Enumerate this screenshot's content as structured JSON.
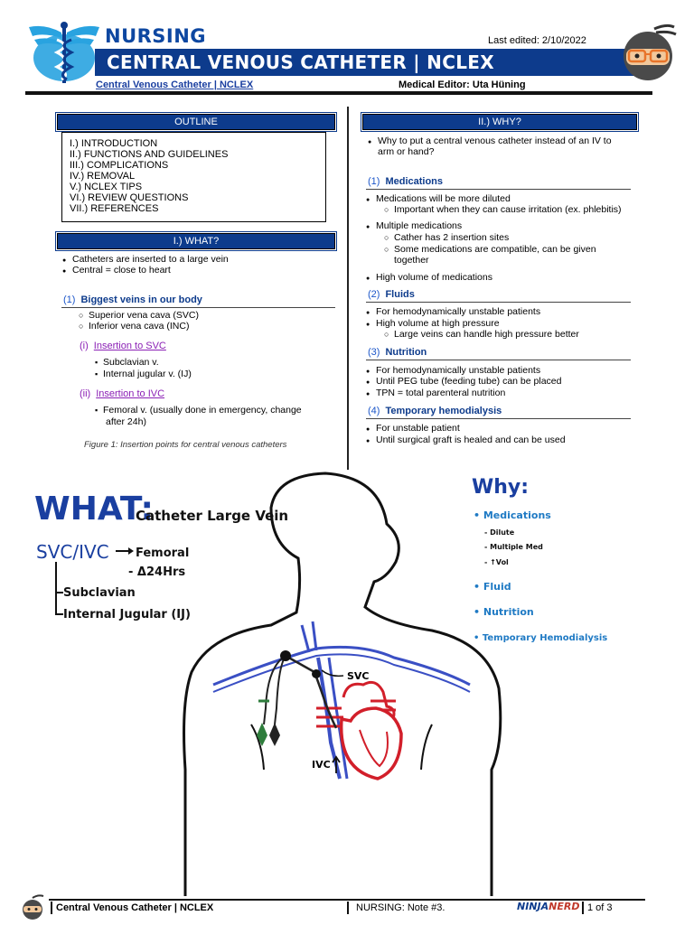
{
  "header": {
    "nursing": "NURSING",
    "title": "CENTRAL VENOUS CATHETER | NCLEX",
    "last_edited": "Last edited: 2/10/2022",
    "sub_link": "Central Venous Catheter | NCLEX",
    "medical_editor": "Medical Editor: Uta Hüning"
  },
  "outline": {
    "heading": "OUTLINE",
    "items": [
      "I.) INTRODUCTION",
      "II.) FUNCTIONS AND GUIDELINES",
      "III.) COMPLICATIONS",
      "IV.) REMOVAL",
      "V.) NCLEX TIPS",
      "VI.) REVIEW QUESTIONS",
      "VII.) REFERENCES"
    ]
  },
  "what": {
    "heading": "I.) WHAT?",
    "bullets": [
      "Catheters are inserted to a large vein",
      "Central = close to heart"
    ],
    "sub1_num": "(1)",
    "sub1_title": "Biggest veins in our body",
    "sub1_items": [
      "Superior vena cava (SVC)",
      "Inferior vena cava (INC)"
    ],
    "svc_num": "(i)",
    "svc_title": "Insertion to SVC",
    "svc_items": [
      "Subclavian v.",
      "Internal jugular v. (IJ)"
    ],
    "ivc_num": "(ii)",
    "ivc_title": "Insertion to IVC",
    "ivc_item_line1": "Femoral v. (usually done in emergency, change",
    "ivc_item_line2": "after 24h)",
    "figure_caption": "Figure 1: Insertion points for central venous catheters"
  },
  "why": {
    "heading": "II.) WHY?",
    "intro_line1": "Why to put a central venous catheter instead of an IV to",
    "intro_line2": "arm or hand?",
    "s1_num": "(1)",
    "s1_title": "Medications",
    "s1_b1": "Medications will be more diluted",
    "s1_b1_sub": "Important when they can cause irritation (ex. phlebitis)",
    "s1_b2": "Multiple medications",
    "s1_b2_sub1": "Cather has 2 insertion sites",
    "s1_b2_sub2_l1": "Some medications are compatible, can be given",
    "s1_b2_sub2_l2": "together",
    "s1_b3": "High volume of medications",
    "s2_num": "(2)",
    "s2_title": "Fluids",
    "s2_b1": "For hemodynamically unstable patients",
    "s2_b2": "High volume at high pressure",
    "s2_b2_sub": "Large veins can handle high pressure better",
    "s3_num": "(3)",
    "s3_title": "Nutrition",
    "s3_b1": "For hemodynamically unstable patients",
    "s3_b2": "Until PEG tube (feeding tube) can be placed",
    "s3_b3": "TPN = total parenteral nutrition",
    "s4_num": "(4)",
    "s4_title": "Temporary hemodialysis",
    "s4_b1": "For unstable patient",
    "s4_b2": "Until surgical graft is healed and can be used"
  },
  "illustration": {
    "what_title": "WHAT:",
    "what_sub": "Catheter Large Vein",
    "svc_ivc": "SVC/IVC",
    "femoral": "Femoral",
    "femoral_note": "- Δ24Hrs",
    "subclavian": "Subclavian",
    "internal_jugular": "Internal Jugular (IJ)",
    "svc_label": "SVC",
    "ivc_label": "IVC",
    "why_title": "Why:",
    "why_items": [
      "• Medications",
      "• Fluid",
      "• Nutrition",
      "• Temporary Hemodialysis"
    ],
    "med_subs": [
      "- Dilute",
      "- Multiple Med",
      "- ↑Vol"
    ],
    "colors": {
      "blue": "#1a3fa0",
      "vein": "#3a4fc4",
      "heart": "#d21f2a"
    }
  },
  "footer": {
    "left": "Central Venous Catheter | NCLEX",
    "mid": "NURSING: Note #3.",
    "brand_a": "NINJA",
    "brand_b": "NERD",
    "page": "1 of 3"
  }
}
